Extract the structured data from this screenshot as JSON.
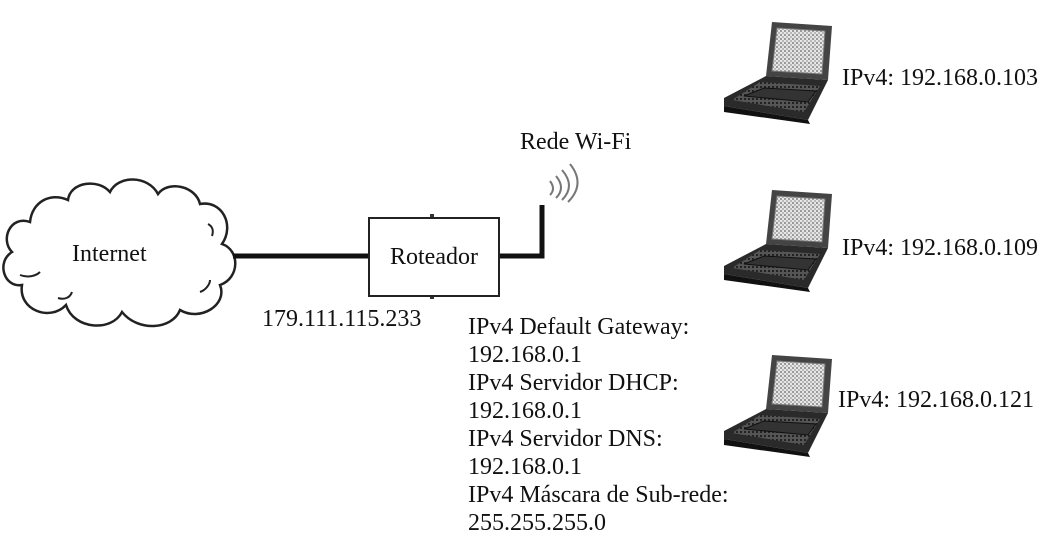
{
  "internet": {
    "label": "Internet",
    "public_ip": "179.111.115.233"
  },
  "router": {
    "label": "Roteador"
  },
  "wifi": {
    "label": "Rede Wi-Fi"
  },
  "router_config": {
    "lines": [
      "IPv4 Default Gateway:",
      "192.168.0.1",
      "IPv4 Servidor DHCP:",
      "192.168.0.1",
      "IPv4 Servidor DNS:",
      "192.168.0.1",
      "IPv4 Máscara de Sub-rede:",
      "255.255.255.0"
    ]
  },
  "clients": [
    {
      "label": "IPv4: 192.168.0.103"
    },
    {
      "label": "IPv4: 192.168.0.109"
    },
    {
      "label": "IPv4: 192.168.0.121"
    }
  ],
  "icons": {
    "cloud": "cloud-icon",
    "laptop": "laptop-icon",
    "wifi": "wifi-signal-icon",
    "antenna": "antenna-icon"
  }
}
